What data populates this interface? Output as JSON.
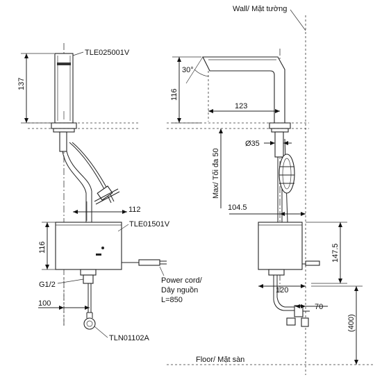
{
  "labels": {
    "wall": "Wall/ Mặt tường",
    "floor": "Floor/ Mặt sàn",
    "faucet_model": "TLE025001V",
    "controller_model": "TLE01501V",
    "valve_model": "TLN01102A",
    "power_cord_en": "Power cord/",
    "power_cord_vi": "Dây nguồn",
    "power_cord_len": "L=850",
    "thread": "G1/2",
    "max_label": "Max/ Tối đa 50",
    "diameter": "Ø35"
  },
  "dimensions": {
    "faucet_height_left": "137",
    "controller_height_left": "116",
    "controller_width_left": "112",
    "offset_left": "100",
    "spout_height_right": "116",
    "spout_angle": "30°",
    "spout_reach": "123",
    "wall_offset": "104.5",
    "controller_height_right": "147.5",
    "width_120": "120",
    "width_70": "70",
    "floor_height": "(400)"
  }
}
